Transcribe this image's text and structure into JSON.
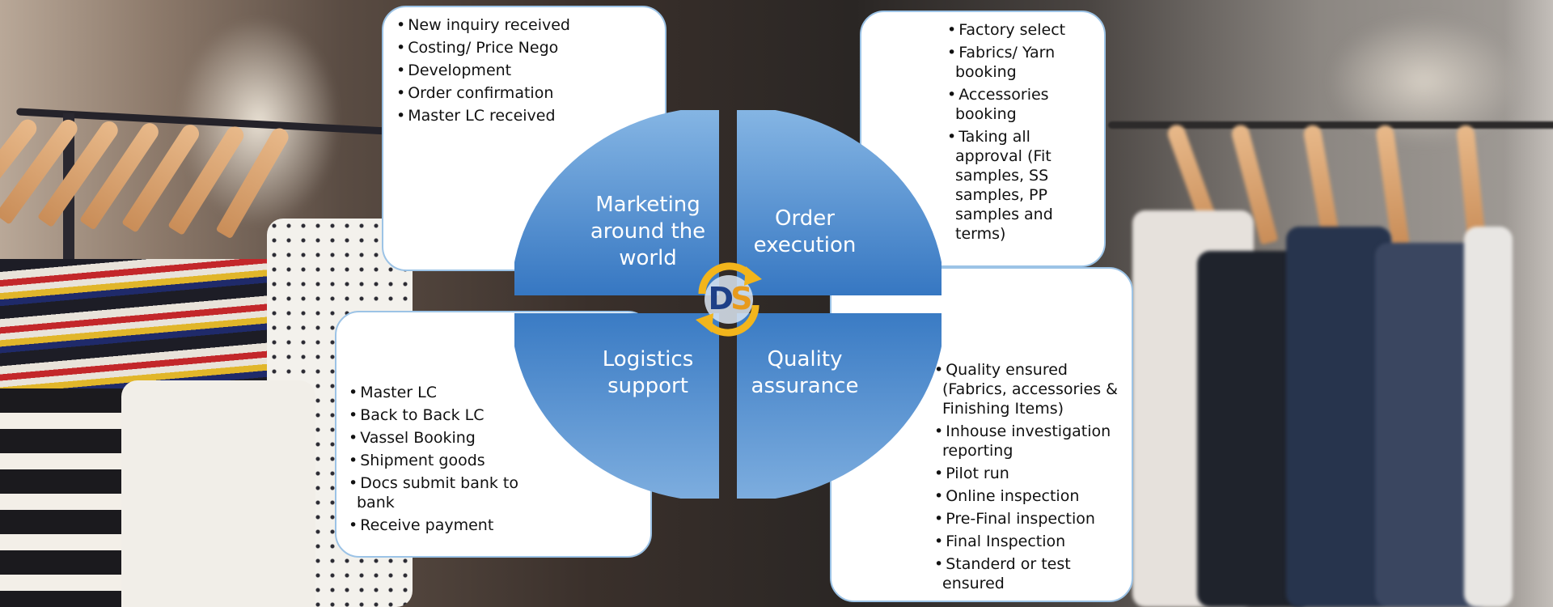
{
  "quadrants": {
    "marketing": {
      "label": "Marketing around the world"
    },
    "order": {
      "label": "Order execution"
    },
    "logistics": {
      "label": "Logistics support"
    },
    "quality": {
      "label": "Quality assurance"
    }
  },
  "boxes": {
    "marketing": [
      "New inquiry received",
      "Costing/ Price Nego",
      "Development",
      "Order confirmation",
      "Master LC received"
    ],
    "order": [
      "Factory select",
      "Fabrics/ Yarn booking",
      "Accessories booking",
      "Taking all approval (Fit samples, SS samples, PP samples and terms)"
    ],
    "logistics": [
      "Master LC",
      "Back to Back LC",
      "Vassel Booking",
      "Shipment goods",
      "Docs submit bank to bank",
      "Receive payment"
    ],
    "quality": [
      "Quality ensured (Fabrics, accessories & Finishing Items)",
      "Inhouse investigation reporting",
      "Pilot run",
      "Online inspection",
      "Pre-Final inspection",
      "Final Inspection",
      "Standerd or test ensured"
    ]
  },
  "logo": {
    "letter1": "D",
    "letter2": "S"
  },
  "colors": {
    "circle_light": "#7fb0e0",
    "circle_dark": "#3a7bc4",
    "box_border": "#9cc3e6",
    "arrow_gold": "#f2b51c",
    "logo_blue": "#1d3f87",
    "logo_orange": "#e89a1c"
  }
}
